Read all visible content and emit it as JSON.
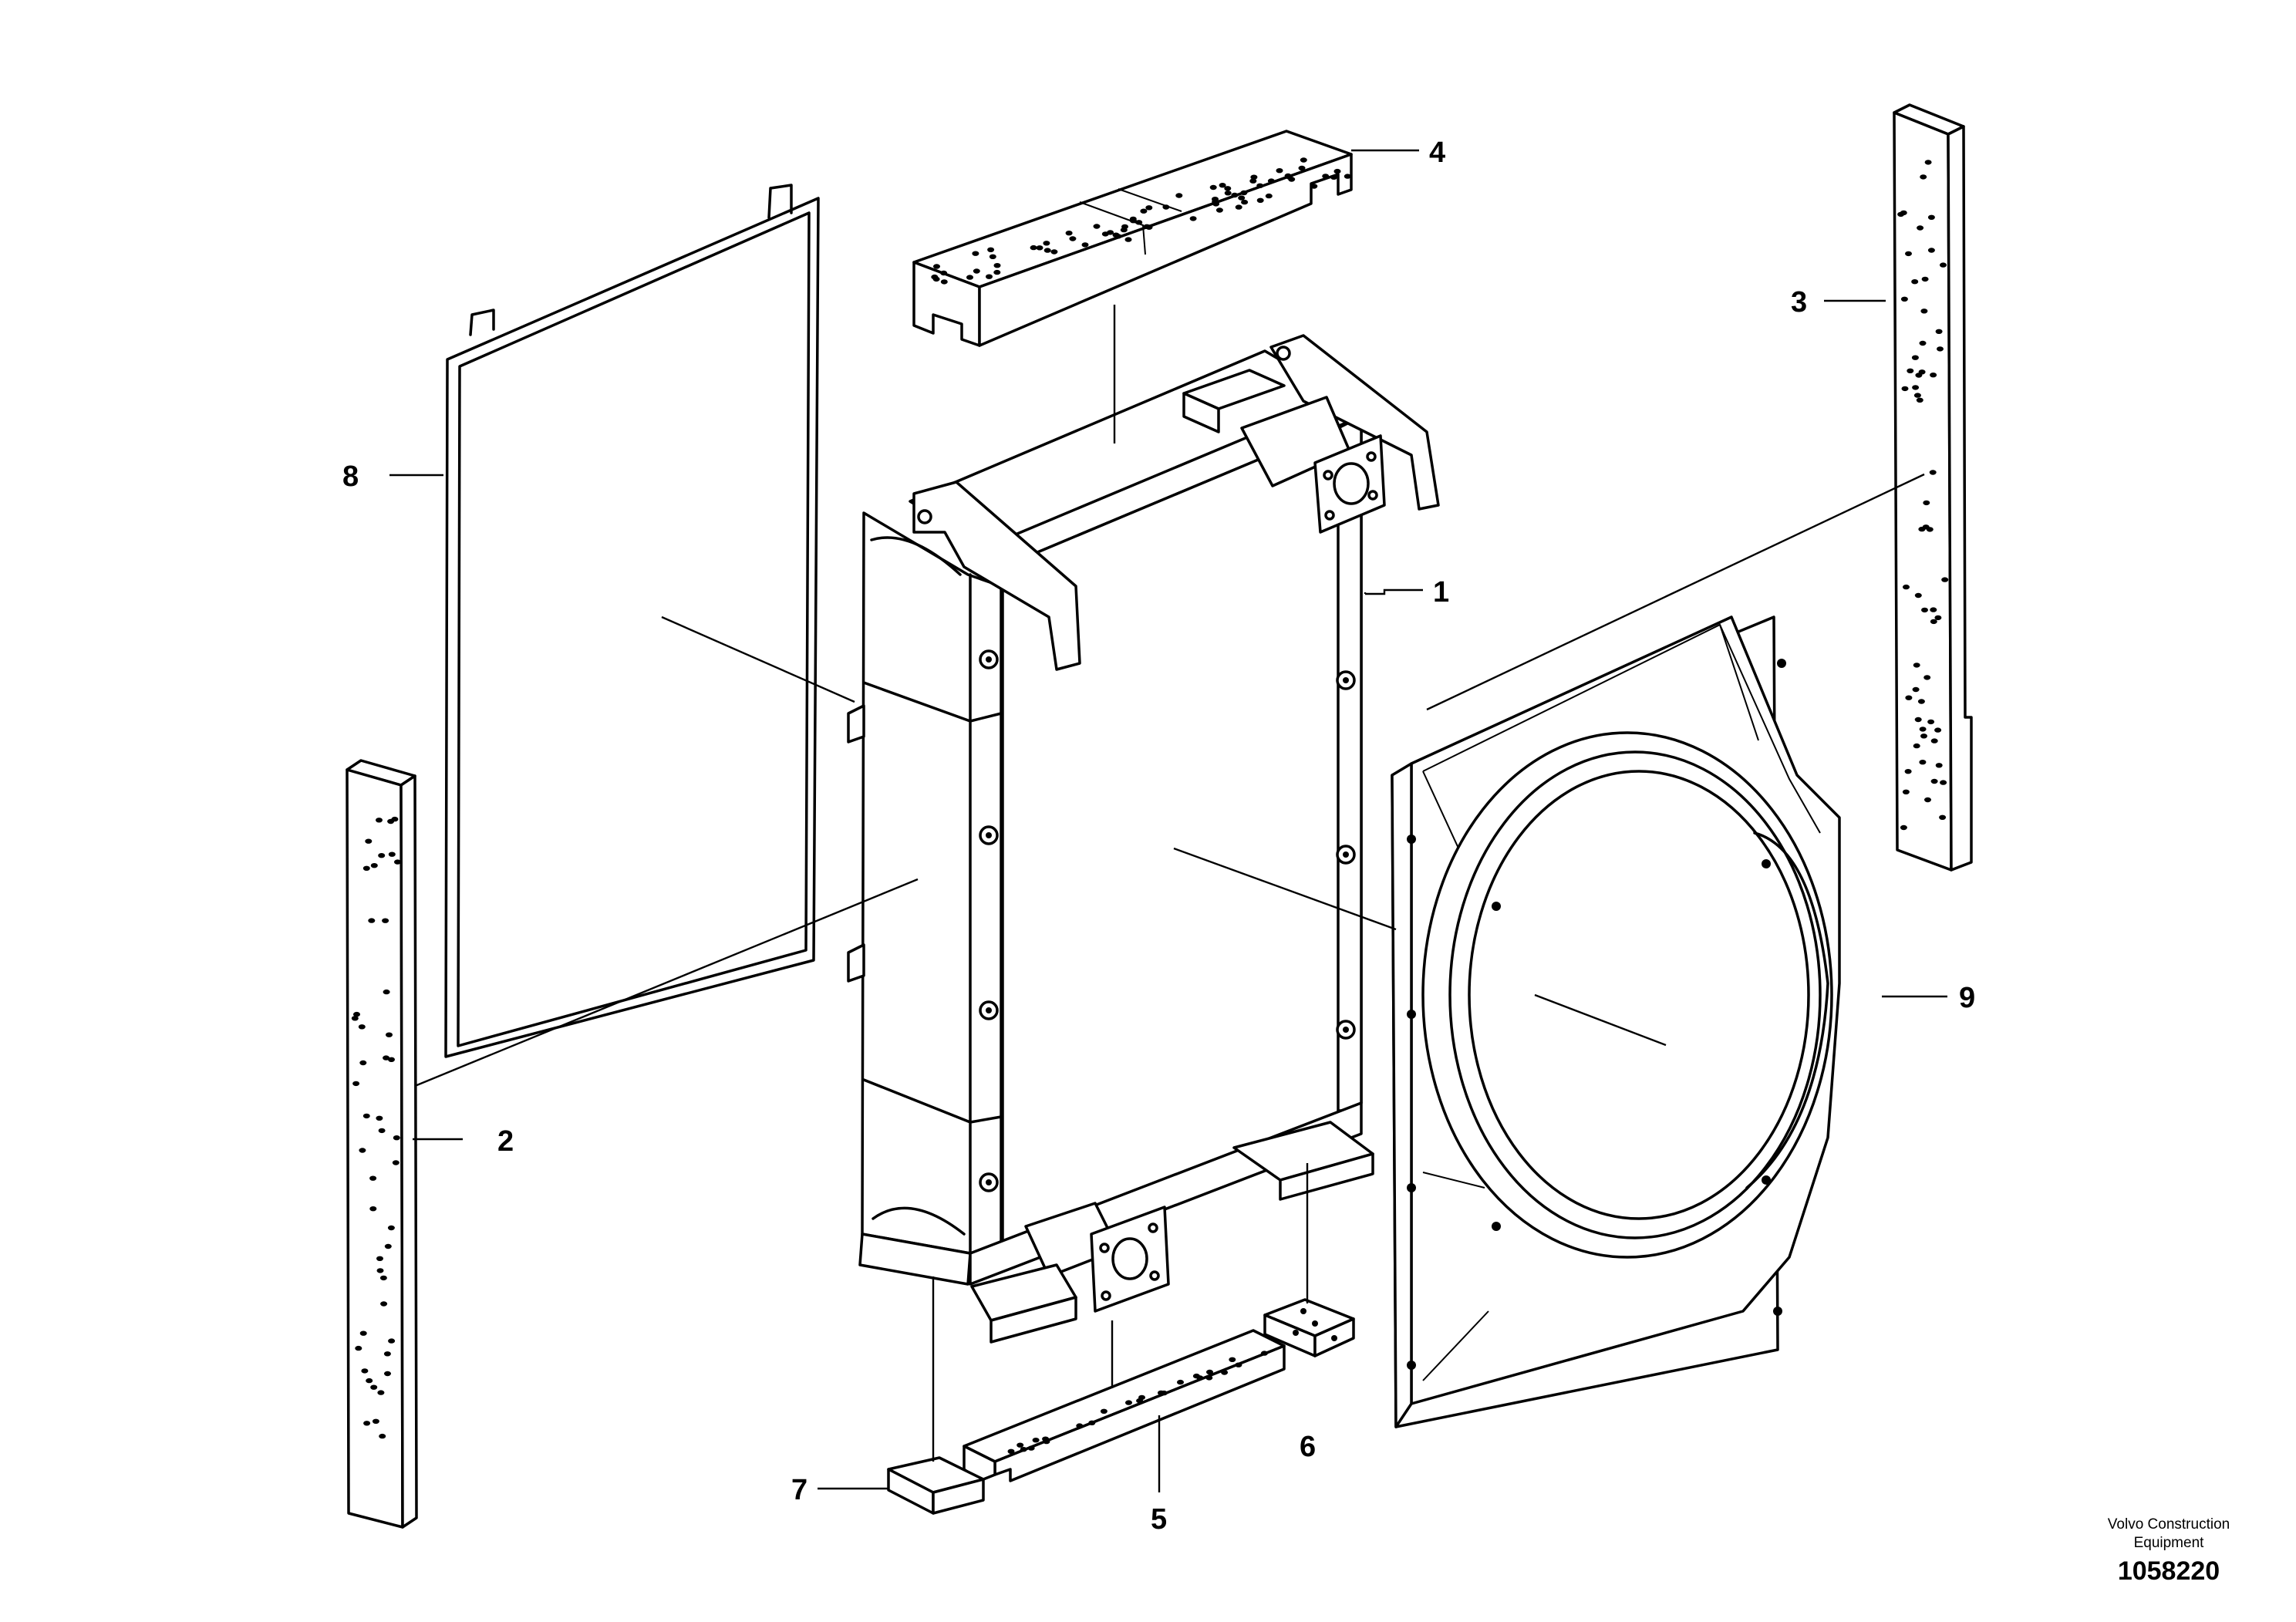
{
  "callouts": [
    {
      "id": "1",
      "text": "1"
    },
    {
      "id": "2",
      "text": "2"
    },
    {
      "id": "3",
      "text": "3"
    },
    {
      "id": "4",
      "text": "4"
    },
    {
      "id": "5",
      "text": "5"
    },
    {
      "id": "6",
      "text": "6"
    },
    {
      "id": "7",
      "text": "7"
    },
    {
      "id": "8",
      "text": "8"
    },
    {
      "id": "9",
      "text": "9"
    }
  ],
  "footer": {
    "brand_line1": "Volvo Construction",
    "brand_line2": "Equipment",
    "document_number": "1058220"
  }
}
